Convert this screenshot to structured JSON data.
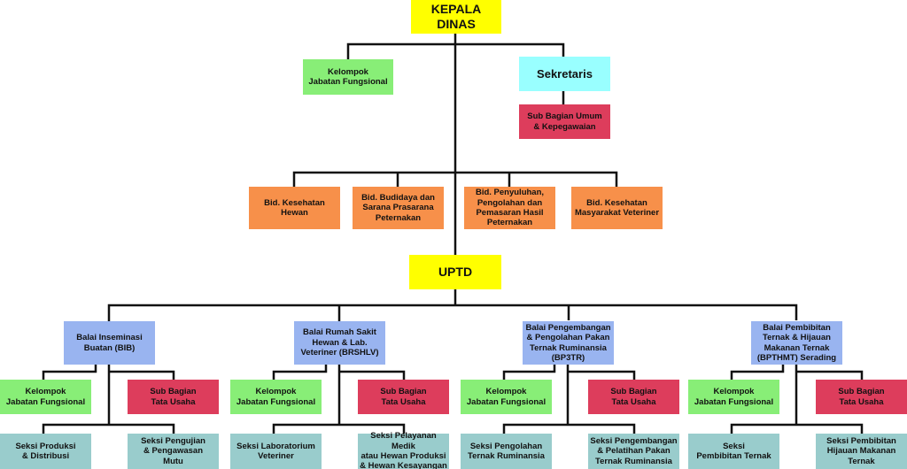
{
  "top": {
    "kepala": "KEPALA DINAS",
    "kelompok": "Kelompok\nJabatan Fungsional",
    "sekretaris": "Sekretaris",
    "subumum": "Sub Bagian Umum\n& Kepegawaian"
  },
  "bidang": [
    "Bid. Kesehatan\nHewan",
    "Bid. Budidaya dan\nSarana Prasarana\nPeternakan",
    "Bid. Penyuluhan,\nPengolahan dan\nPemasaran Hasil\nPeternakan",
    "Bid. Kesehatan\nMasyarakat Veteriner"
  ],
  "uptd": "UPTD",
  "balai": [
    {
      "name": "Balai Inseminasi\nBuatan (BIB)",
      "kelompok": "Kelompok\nJabatan Fungsional",
      "sub": "Sub Bagian\nTata Usaha",
      "seksi": [
        "Seksi Produksi\n& Distribusi",
        "Seksi Pengujian\n& Pengawasan\nMutu"
      ]
    },
    {
      "name": "Balai Rumah Sakit\nHewan & Lab.\nVeteriner (BRSHLV)",
      "kelompok": "Kelompok\nJabatan Fungsional",
      "sub": "Sub Bagian\nTata Usaha",
      "seksi": [
        "Seksi Laboratorium\nVeteriner",
        "Seksi Pelayanan Medik\natau Hewan Produksi\n& Hewan Kesayangan"
      ]
    },
    {
      "name": "Balai Pengembangan\n& Pengolahan Pakan\nTernak Ruminansia\n(BP3TR)",
      "kelompok": "Kelompok\nJabatan Fungsional",
      "sub": "Sub Bagian\nTata Usaha",
      "seksi": [
        "Seksi Pengolahan\nTernak Ruminansia",
        "Seksi Pengembangan\n& Pelatihan Pakan\nTernak Ruminansia"
      ]
    },
    {
      "name": "Balai Pembibitan\nTernak & Hijauan\nMakanan Ternak\n(BPTHMT) Serading",
      "kelompok": "Kelompok\nJabatan Fungsional",
      "sub": "Sub Bagian\nTata Usaha",
      "seksi": [
        "Seksi\nPembibitan Ternak",
        "Seksi Pembibitan\nHijauan Makanan\nTernak"
      ]
    }
  ]
}
